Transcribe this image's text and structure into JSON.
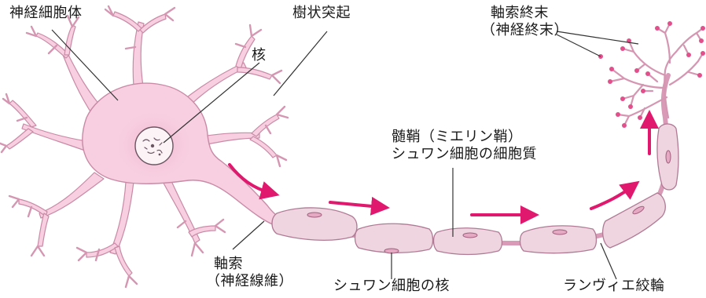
{
  "labels": {
    "cell_body": "神経細胞体",
    "dendrite": "樹状突起",
    "nucleus": "核",
    "axon_terminal": "軸索終末",
    "axon_terminal_sub": "（神経終末）",
    "myelin": "髄鞘（ミエリン鞘）",
    "schwann_cytoplasm": "シュワン細胞の細胞質",
    "axon": "軸索",
    "axon_sub": "（神経線維）",
    "schwann_nucleus": "シュワン細胞の核",
    "ranvier": "ランヴィエ絞輪"
  },
  "colors": {
    "cell_fill": "#f7cfe0",
    "cell_outline": "#c98aa6",
    "myelin_fill": "#efd5e0",
    "myelin_outline": "#b07a95",
    "arrow": "#e0186e",
    "leader_line": "#333333",
    "bulb": "#e2508c"
  }
}
